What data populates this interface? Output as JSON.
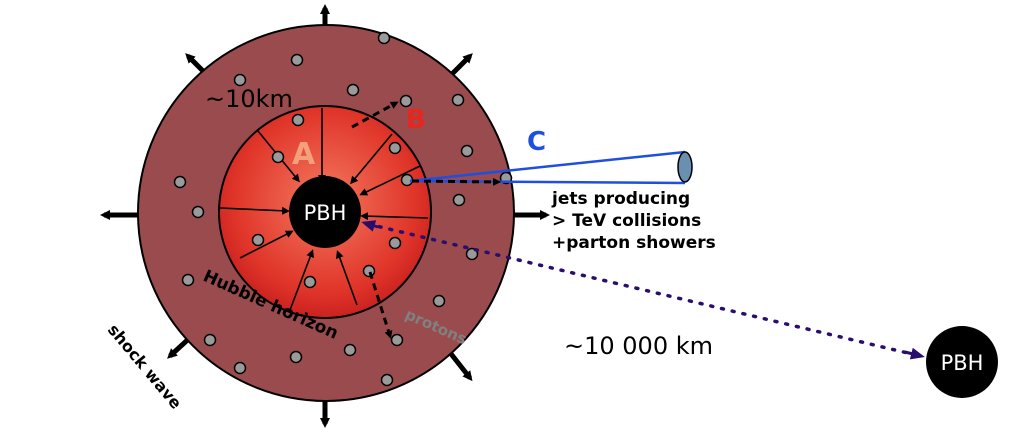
{
  "labels": {
    "scale_small": "~10km",
    "scale_large": "~10 000 km",
    "region_a": "A",
    "region_b": "B",
    "region_c": "C",
    "pbh_center": "PBH",
    "pbh_far": "PBH",
    "hubble_horizon": "Hubble horizon",
    "protons": "protons",
    "shock_wave": "shock wave",
    "jets_line1": "jets producing",
    "jets_line2": "> TeV collisions",
    "jets_line3": "+parton showers"
  },
  "colors": {
    "outer_shell": "#9a4b4d",
    "inner_core_light": "#f06a55",
    "inner_core_dark": "#c81e1e",
    "black_hole": "#000000",
    "label_a": "#f4a07a",
    "label_b": "#e8261e",
    "label_c": "#1f4fe0",
    "jet_line": "#1f4fe0",
    "dotted_path": "#2a0e6e",
    "proton_fill": "#9a9a9a",
    "protons_label": "#808080"
  }
}
